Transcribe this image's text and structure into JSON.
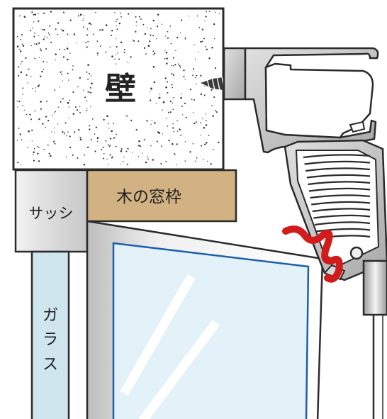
{
  "labels": {
    "wall": "壁",
    "wood_frame": "木の窓枠",
    "sash": "サッシ",
    "glass": "ガラス"
  },
  "colors": {
    "wall_fill": "#ffffff",
    "wall_stipple": "#333333",
    "wood": "#d2b283",
    "sash_fill": "#e4e4e4",
    "glass_fill": "#cfe6ee",
    "pane_fill": "#e3f1f8",
    "pane_border": "#1f5fa8",
    "bracket_gray": "#c4c4c4",
    "outline": "#2b2b2b",
    "red_mark": "#d21c1c"
  }
}
